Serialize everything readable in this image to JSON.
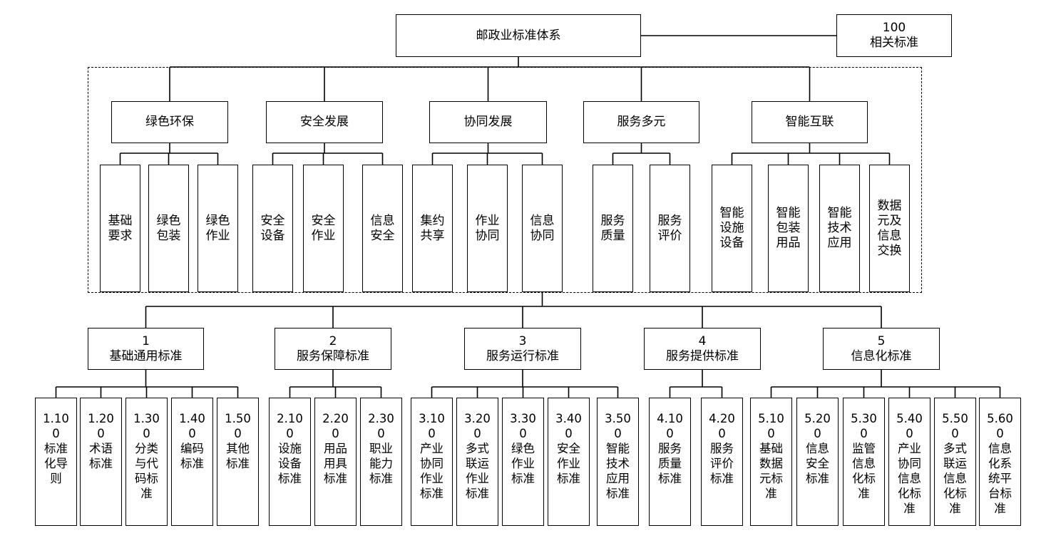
{
  "root": {
    "label": "邮政业标准体系"
  },
  "related": {
    "num": "100",
    "label": "相关标准"
  },
  "themes": [
    {
      "label": "绿色环保",
      "children": [
        "基础\n要求",
        "绿色\n包装",
        "绿色\n作业"
      ]
    },
    {
      "label": "安全发展",
      "children": [
        "安全\n设备",
        "安全\n作业",
        "信息\n安全"
      ]
    },
    {
      "label": "协同发展",
      "children": [
        "集约\n共享",
        "作业\n协同",
        "信息\n协同"
      ]
    },
    {
      "label": "服务多元",
      "children": [
        "服务\n质量",
        "服务\n评价"
      ]
    },
    {
      "label": "智能互联",
      "children": [
        "智能\n设施\n设备",
        "智能\n包装\n用品",
        "智能\n技术\n应用",
        "数据\n元及\n信息\n交换"
      ]
    }
  ],
  "categories": [
    {
      "num": "1",
      "label": "基础通用标准",
      "children": [
        "1.10\n0\n标准\n化导\n则",
        "1.20\n0\n术语\n标准",
        "1.30\n0\n分类\n与代\n码标\n准",
        "1.40\n0\n编码\n标准",
        "1.50\n0\n其他\n标准"
      ]
    },
    {
      "num": "2",
      "label": "服务保障标准",
      "children": [
        "2.10\n0\n设施\n设备\n标准",
        "2.20\n0\n用品\n用具\n标准",
        "2.30\n0\n职业\n能力\n标准"
      ]
    },
    {
      "num": "3",
      "label": "服务运行标准",
      "children": [
        "3.10\n0\n产业\n协同\n作业\n标准",
        "3.20\n0\n多式\n联运\n作业\n标准",
        "3.30\n0\n绿色\n作业\n标准",
        "3.40\n0\n安全\n作业\n标准",
        "3.50\n0\n智能\n技术\n应用\n标准"
      ]
    },
    {
      "num": "4",
      "label": "服务提供标准",
      "children": [
        "4.10\n0\n服务\n质量\n标准",
        "4.20\n0\n服务\n评价\n标准"
      ]
    },
    {
      "num": "5",
      "label": "信息化标准",
      "children": [
        "5.10\n0\n基础\n数据\n元标\n准",
        "5.20\n0\n信息\n安全\n标准",
        "5.30\n0\n监管\n信息\n化标\n准",
        "5.40\n0\n产业\n协同\n信息\n化标\n准",
        "5.50\n0\n多式\n联运\n信息\n化标\n准",
        "5.60\n0\n信息\n化系\n统平\n台标\n准"
      ]
    }
  ]
}
